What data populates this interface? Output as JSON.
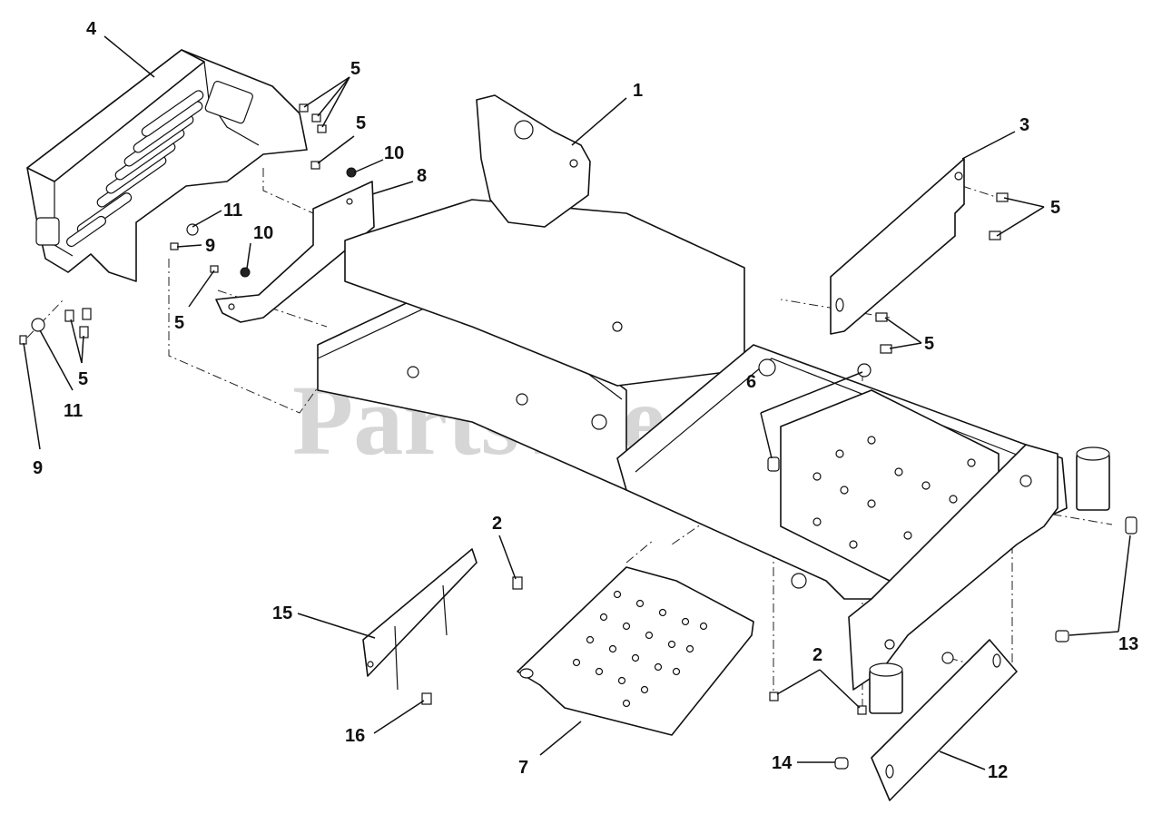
{
  "watermark": "PartsTree",
  "callouts": {
    "c1": "1",
    "c2a": "2",
    "c2b": "2",
    "c3": "3",
    "c4": "4",
    "c5a": "5",
    "c5b": "5",
    "c5c": "5",
    "c5d": "5",
    "c5e": "5",
    "c5f": "5",
    "c6": "6",
    "c7": "7",
    "c8": "8",
    "c9a": "9",
    "c9b": "9",
    "c10a": "10",
    "c10b": "10",
    "c11a": "11",
    "c11b": "11",
    "c12": "12",
    "c13": "13",
    "c14": "14",
    "c15": "15",
    "c16": "16"
  }
}
